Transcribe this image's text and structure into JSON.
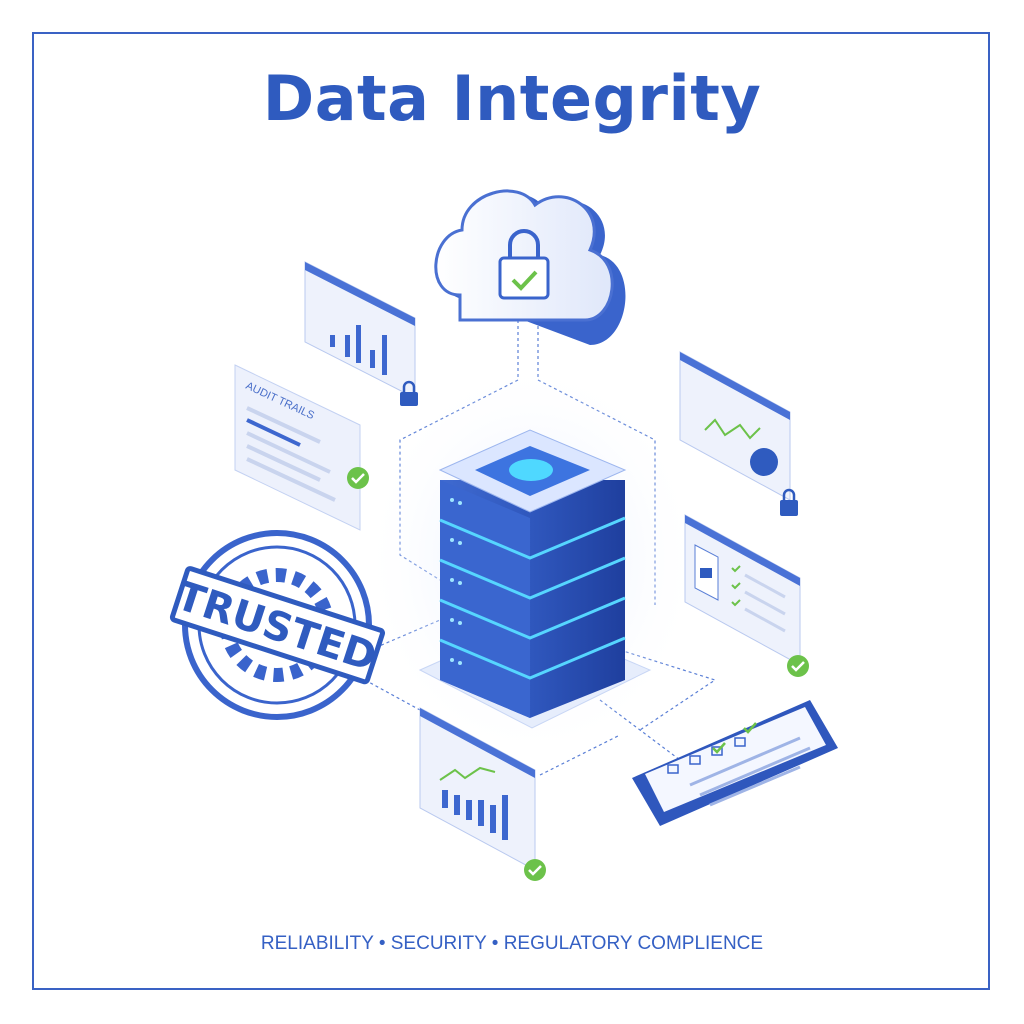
{
  "title": "Data Integrity",
  "tagline": "RELIABILITY • SECURITY • REGULATORY COMPLIENCE",
  "audit_panel": {
    "label": "AUDIT TRAILS"
  },
  "stamp": {
    "label": "TRUSTED"
  },
  "colors": {
    "primary": "#2f5bbf",
    "accent_green": "#6cc24a",
    "glow": "#4fd8ff",
    "panel_bg": "#eef2fc"
  }
}
